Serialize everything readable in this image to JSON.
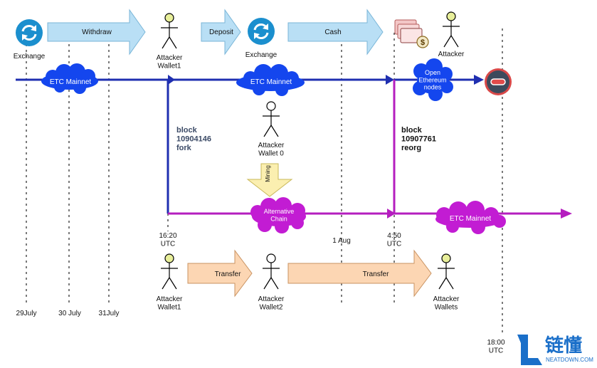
{
  "colors": {
    "mainnet_line": "#1f2fb0",
    "alt_line": "#b51ebf",
    "cloud_blue": "#1446ee",
    "cloud_magenta": "#c21cd3",
    "arrow_light_blue": "#b9dff5",
    "arrow_orange": "#fcd6b3",
    "arrow_yellow": "#fbefb0",
    "exchange_icon": "#1b8fce",
    "attacker_head": "#e8ef9a",
    "block_text": "#3b4a66",
    "reorg_text": "#111111"
  },
  "icons": {
    "exchange": "sync-icon",
    "attacker": "stick-figure-icon",
    "cash": "money-stack-icon",
    "stop": "stop-sign-icon",
    "brand": "neatdown-logo-icon"
  },
  "top_row": {
    "exchange_left": "Exchange",
    "withdraw": "Withdraw",
    "attacker_wallet1": "Attacker\nWallet1",
    "deposit": "Deposit",
    "exchange_mid": "Exchange",
    "cash": "Cash",
    "attacker_right": "Attacker"
  },
  "clouds": {
    "etc_left": "ETC Mainnet",
    "etc_mid": "ETC Mainnet",
    "open_nodes": "Open\nEthereum\nnodes",
    "alternative_chain": "Alternative\nChain",
    "etc_right": "ETC Mainnet"
  },
  "middle": {
    "block_fork": "block\n10904146\nfork",
    "attacker_wallet0": "Attacker\nWallet 0",
    "mining": "Mining",
    "block_reorg": "block\n10907761\nreorg"
  },
  "times": {
    "t1620": "16:20\nUTC",
    "aug1": "1 Aug",
    "t450": "4:50\nUTC",
    "t1800": "18:00\nUTC"
  },
  "dates": {
    "d29": "29July",
    "d30": "30 July",
    "d31": "31July"
  },
  "bottom_row": {
    "attacker_wallet1": "Attacker\nWallet1",
    "transfer_left": "Transfer",
    "attacker_wallet2": "Attacker\nWallet2",
    "transfer_right": "Transfer",
    "attacker_wallets": "Attacker\nWallets"
  },
  "watermark": {
    "brand_cn": "链懂",
    "brand_en": "NEATDOWN.COM"
  }
}
